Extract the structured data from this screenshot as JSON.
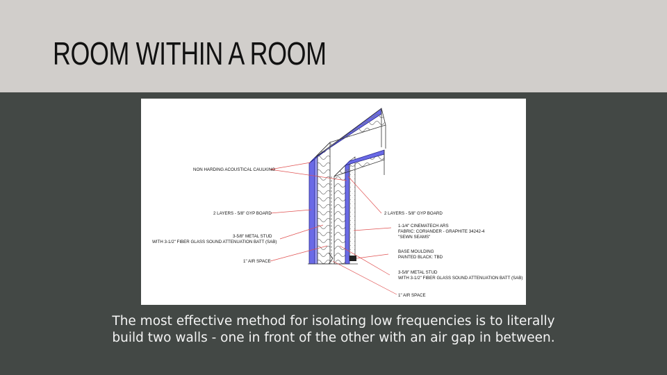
{
  "slide": {
    "title": "ROOM WITHIN A ROOM",
    "caption_lines": [
      "The most effective method for isolating low frequencies is to literally",
      "build two walls - one in front of the other with an air gap in between."
    ]
  },
  "diagram": {
    "labels": {
      "caulking": "NON HARDING ACOUSTICAL CAULKING",
      "gyp_left": "2 LAYERS - 5/8\" GYP BOARD",
      "stud_left_1": "3-5/8\" METAL STUD",
      "stud_left_2": "WITH 3-1/2\" FIBER GLASS SOUND ATTENUATION BATT (SAB)",
      "air_left": "1\" AIR SPACE",
      "gyp_right": "2 LAYERS - 5/8\" GYP BOARD",
      "ars_1": "1-1/4\" CINEMATECH ARS",
      "ars_2": "FABRIC: CORIANDER - GRAPHITE 34242-4",
      "ars_3": "\"SEWN SEAMS\"",
      "base_1": "BASE MOULDING",
      "base_2": "PAINTED BLACK: TBD",
      "stud_right_1": "3-5/8\" METAL STUD",
      "stud_right_2": "WITH 3-1/2\" FIBER GLASS SOUND ATTENUATION BATT (SAB)",
      "air_right": "1\" AIR SPACE"
    }
  },
  "colors": {
    "header_bg": "#d1cecb",
    "body_bg": "#434845",
    "gyp_board": "#6a6ae6",
    "leader_line": "#e05050"
  }
}
